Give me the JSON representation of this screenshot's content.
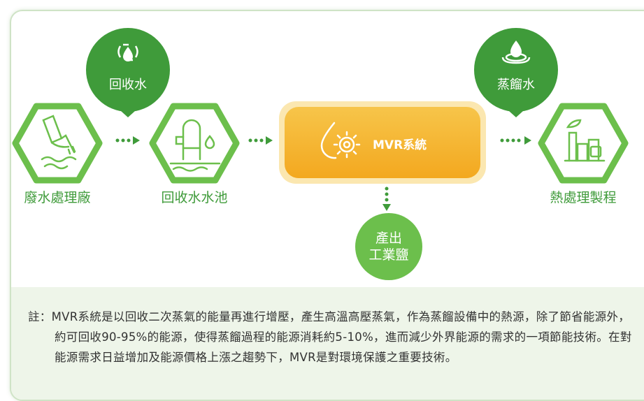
{
  "bubbles": {
    "recycle": {
      "label": "回收水",
      "icon": "recycle-drop-icon"
    },
    "distill": {
      "label": "蒸餾水",
      "icon": "water-drop-ripple-icon"
    }
  },
  "nodes": {
    "wastewater": {
      "label": "廢水處理廠",
      "icon": "wastewater-pipe-icon"
    },
    "pool": {
      "label": "回收水水池",
      "icon": "water-tank-icon"
    },
    "mvr": {
      "label": "MVR系統",
      "icon": "drop-gear-icon"
    },
    "heat": {
      "label": "熱處理製程",
      "icon": "factory-icon"
    }
  },
  "output": {
    "line1": "產出",
    "line2": "工業鹽"
  },
  "note": {
    "text": "註：MVR系統是以回收二次蒸氣的能量再進行增壓，產生高溫高壓蒸氣，作為蒸餾設備中的熱源，除了節省能源外，約可回收90-95%的能源，使得蒸餾過程的能源消耗約5-10%，進而減少外界能源的需求的一項節能技術。在對能源需求日益增加及能源價格上漲之趨勢下，MVR是對環境保護之重要技術。"
  },
  "colors": {
    "green": "#3f9b3a",
    "light_green": "#6cbf4c",
    "orange": "#f5b52a",
    "note_bg": "#eef5e9"
  }
}
